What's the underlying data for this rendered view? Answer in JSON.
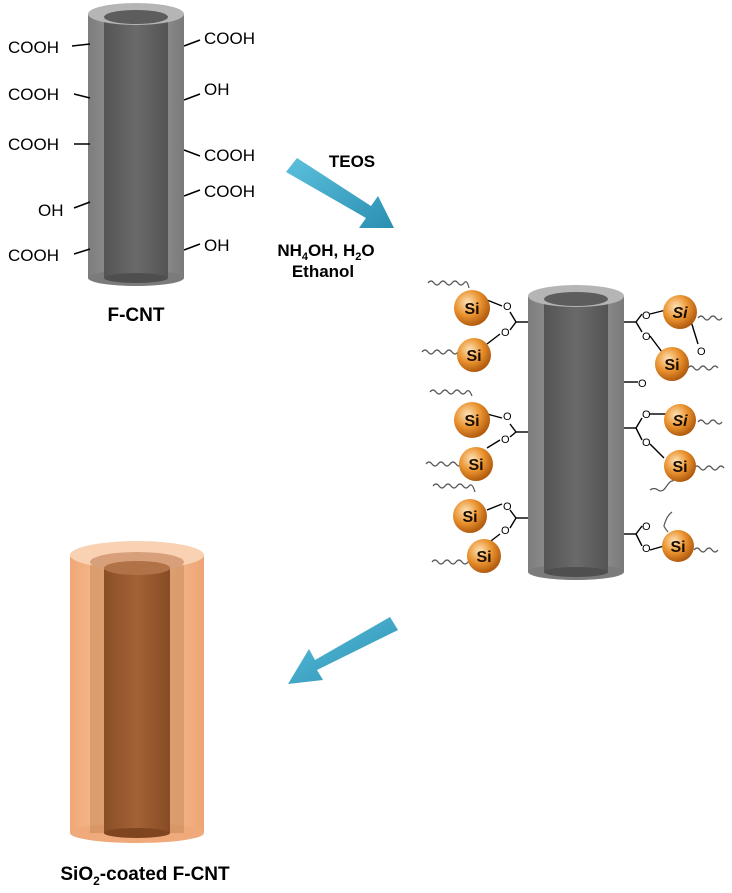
{
  "fcnt_left_groups": [
    "COOH",
    "COOH",
    "COOH",
    "OH",
    "COOH"
  ],
  "fcnt_right_groups": [
    "COOH",
    "OH",
    "COOH",
    "COOH",
    "OH"
  ],
  "fcnt_label": "F-CNT",
  "reagent_top": "TEOS",
  "reagent_mid": "NH",
  "reagent_mid_sub1": "4",
  "reagent_mid_2": "OH, H",
  "reagent_mid_sub2": "2",
  "reagent_mid_3": "O",
  "reagent_bottom": "Ethanol",
  "silicon_label": "Si",
  "oxygen_label": "O",
  "product_label_prefix": "SiO",
  "product_label_sub": "2",
  "product_label_suffix": "-coated F-CNT",
  "colors": {
    "cnt_outer": "#8c8c8c",
    "cnt_inner": "#5e5e5e",
    "arrow": "#39a7c8",
    "si_sphere": "#e8892a",
    "coat_outer": "#f6b98a",
    "coat_inner": "#9a5a2e"
  }
}
